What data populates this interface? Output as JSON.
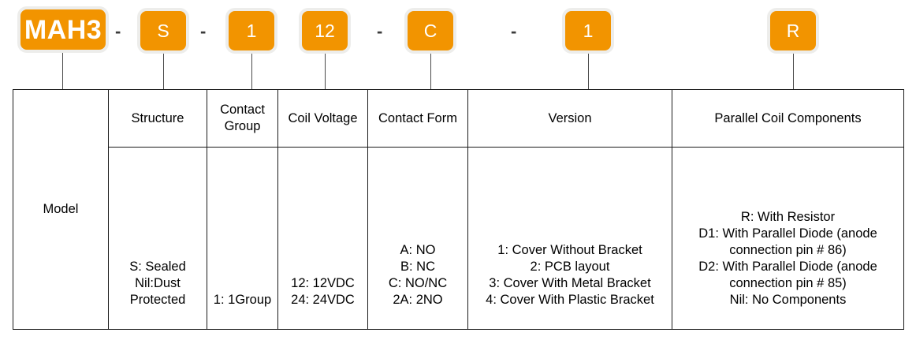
{
  "part_number": {
    "segments": [
      {
        "id": "model",
        "value": "MAH3",
        "style": "model"
      },
      {
        "id": "structure",
        "value": "S",
        "style": "seg"
      },
      {
        "id": "contact-group",
        "value": "1",
        "style": "seg"
      },
      {
        "id": "coil-voltage",
        "value": "12",
        "style": "seg"
      },
      {
        "id": "contact-form",
        "value": "C",
        "style": "seg"
      },
      {
        "id": "version",
        "value": "1",
        "style": "seg"
      },
      {
        "id": "parallel-coil-components",
        "value": "R",
        "style": "seg"
      }
    ],
    "separator": "-"
  },
  "table": {
    "headers": [
      "",
      "Structure",
      "Contact\nGroup",
      "Coil Voltage",
      "Contact Form",
      "Version",
      "Parallel Coil Components"
    ],
    "model_label": "Model",
    "cells": {
      "structure": "S: Sealed\nNil:Dust\nProtected",
      "contact_group": "1: 1Group",
      "coil_voltage": "12: 12VDC\n24: 24VDC",
      "contact_form": "A: NO\nB: NC\nC: NO/NC\n2A: 2NO",
      "version": "1: Cover Without Bracket\n2: PCB layout\n3: Cover With Metal Bracket\n4: Cover With Plastic Bracket",
      "parallel_coil_components": "R: With Resistor\nD1: With Parallel Diode (anode\nconnection pin # 86)\nD2: With Parallel Diode (anode\nconnection pin # 85)\nNil: No Components"
    }
  },
  "colors": {
    "accent": "#F29400",
    "box_border": "#EDEDEB",
    "line": "#4a4a4a",
    "table_border": "#1a1a1a",
    "text_on_accent": "#FFFFFF"
  }
}
